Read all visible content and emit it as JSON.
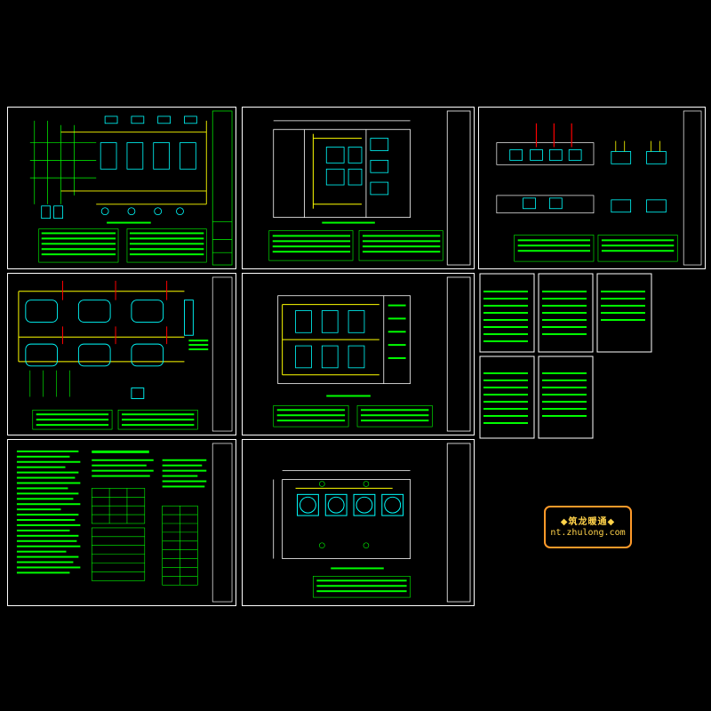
{
  "watermark": {
    "line1": "◆筑龙暖通◆",
    "line2": "nt.zhulong.com"
  },
  "colors": {
    "background": "#000000",
    "frame": "#ffffff",
    "cad_green": "#00ff00",
    "cad_cyan": "#00ffff",
    "cad_yellow": "#ffff00",
    "cad_red": "#ff0000",
    "cad_magenta": "#ff00ff",
    "watermark_border": "#ff9a2a",
    "watermark_text": "#ffd24a"
  },
  "sheets": [
    {
      "name": "sheet-boiler-system-diagram-top"
    },
    {
      "name": "sheet-boiler-room-plan-1"
    },
    {
      "name": "sheet-boiler-room-sections"
    },
    {
      "name": "sheet-boiler-system-diagram-bottom"
    },
    {
      "name": "sheet-boiler-room-plan-2"
    },
    {
      "name": "sheet-equipment-tables"
    },
    {
      "name": "sheet-design-notes"
    },
    {
      "name": "sheet-roof-plan"
    }
  ]
}
